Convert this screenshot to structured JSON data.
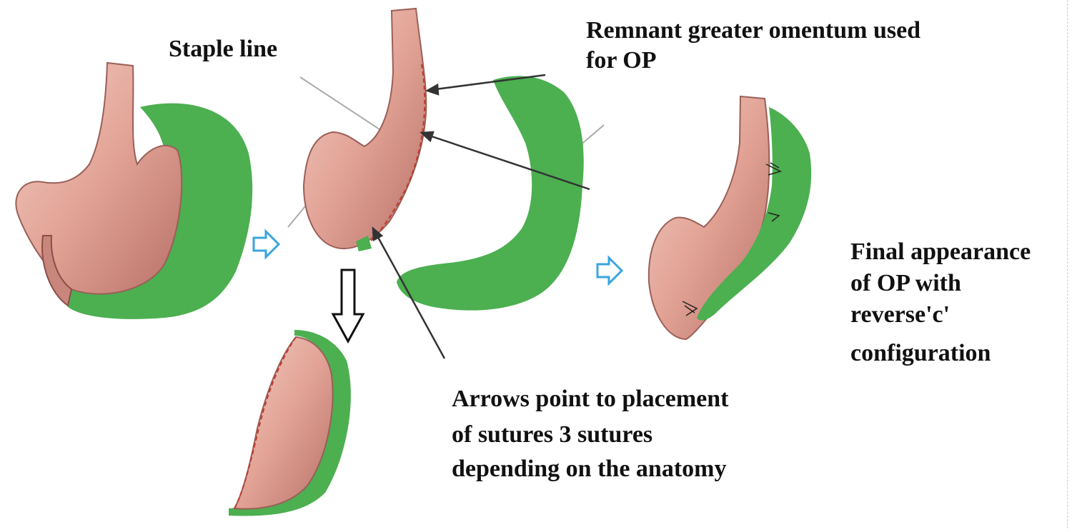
{
  "labels": {
    "staple_line": "Staple line",
    "remnant_line1": "Remnant greater omentum used",
    "remnant_line2": "for OP",
    "final_line1": "Final appearance",
    "final_line2": "of OP with",
    "final_line3": "reverse'c'",
    "final_line4": "configuration",
    "arrows_line1": "Arrows point to placement",
    "arrows_line2": "of sutures 3  sutures",
    "arrows_line3": "depending on the anatomy"
  },
  "colors": {
    "omentum": "#4caf50",
    "stomach": "#e8b0a4",
    "stomach_shadow": "#b9726a",
    "staple": "#c0392b",
    "arrow_fill": "#ffffff",
    "arrow_stroke_blue": "#3aa6dd",
    "pointer": "#333333",
    "guide": "#aaaaaa"
  }
}
